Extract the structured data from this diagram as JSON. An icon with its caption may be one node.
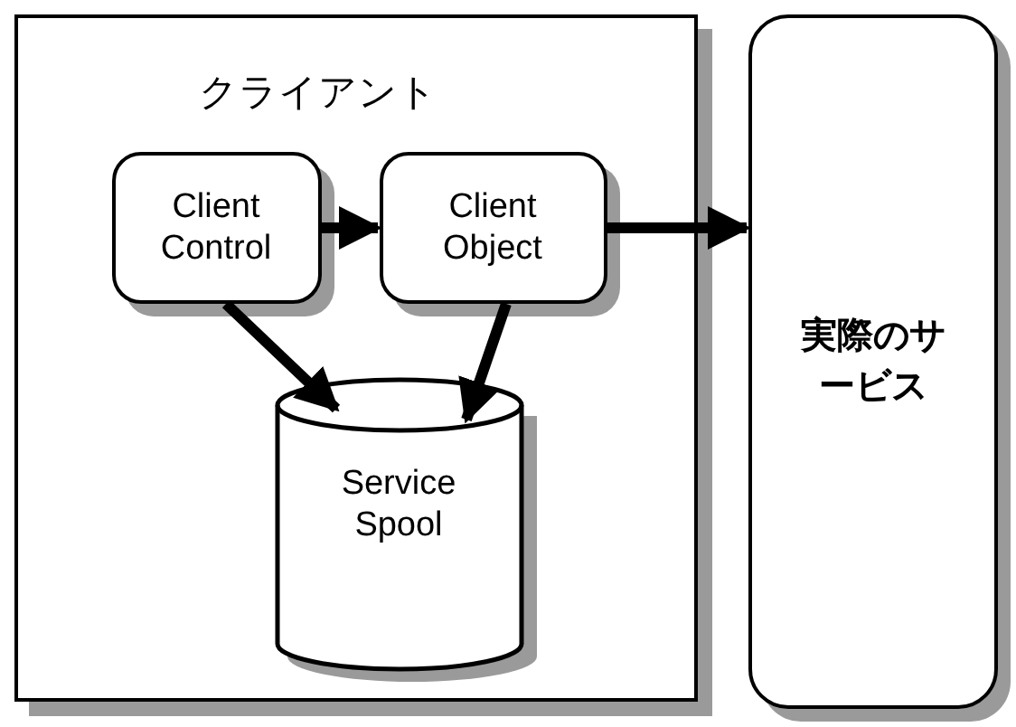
{
  "diagram": {
    "nodes": [
      {
        "text": [
          "クライアント"
        ]
      },
      {
        "text": [
          "Client Control"
        ],
        "in": 0
      },
      {
        "text": [
          "Client Object"
        ],
        "in": 0
      },
      {
        "text": [
          "Service Spool"
        ],
        "in": 0
      },
      {
        "text": [
          "実際のサービス"
        ]
      }
    ],
    "edges": [
      {
        "from": 1,
        "to": 2,
        "arrow": "to"
      },
      {
        "from": 2,
        "to": 4,
        "arrow": "to"
      },
      {
        "from": 1,
        "to": 3,
        "arrow": "to"
      },
      {
        "from": 2,
        "to": 3,
        "arrow": "to"
      }
    ]
  }
}
